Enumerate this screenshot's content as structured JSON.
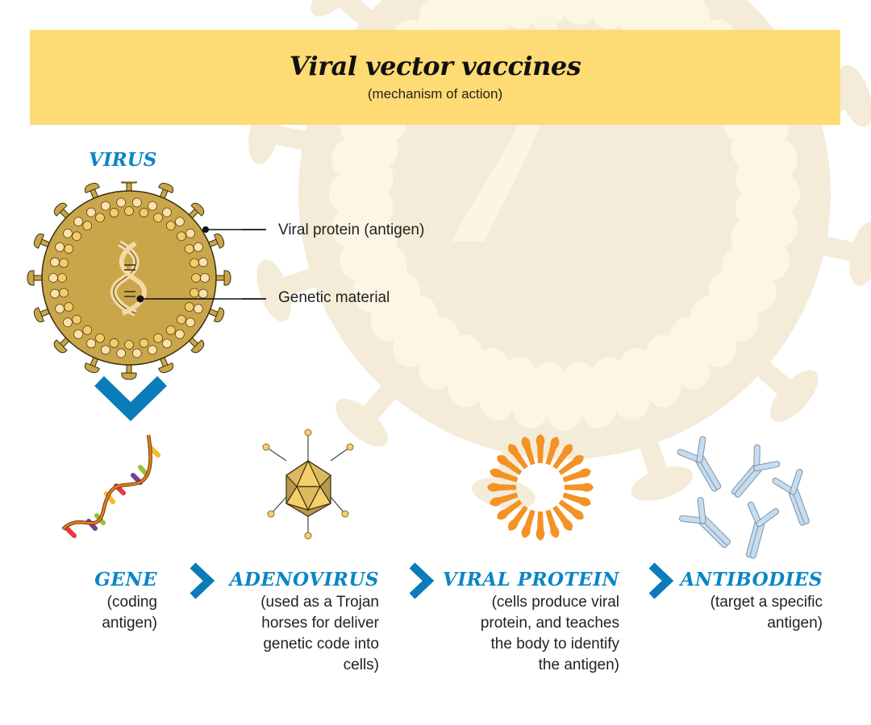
{
  "header": {
    "title": "Viral vector vaccines",
    "subtitle": "(mechanism of action)"
  },
  "virus": {
    "label": "VIRUS",
    "callouts": [
      {
        "label": "Viral protein (antigen)"
      },
      {
        "label": "Genetic material"
      }
    ]
  },
  "steps": [
    {
      "title": "GENE",
      "lines": [
        "(coding",
        "antigen)"
      ],
      "icon": "dna-strand-icon"
    },
    {
      "title": "ADENOVIRUS",
      "lines": [
        "(used as a Trojan",
        "horses for deliver",
        "genetic code into",
        "cells)"
      ],
      "icon": "adenovirus-icon"
    },
    {
      "title": "VIRAL PROTEIN",
      "lines": [
        "(cells produce viral",
        "protein, and teaches",
        "the body to identify",
        "the antigen)"
      ],
      "icon": "viral-protein-icon"
    },
    {
      "title": "ANTIBODIES",
      "lines": [
        "(target a specific",
        "antigen)"
      ],
      "icon": "antibodies-icon"
    }
  ],
  "colors": {
    "banner": "#fedb74",
    "accent_blue": "#0a86c4",
    "virus_body": "#c9a64a",
    "watermark": "#f3ead7",
    "protein_orange": "#f39225",
    "antibody_blue": "#c6dcef"
  }
}
